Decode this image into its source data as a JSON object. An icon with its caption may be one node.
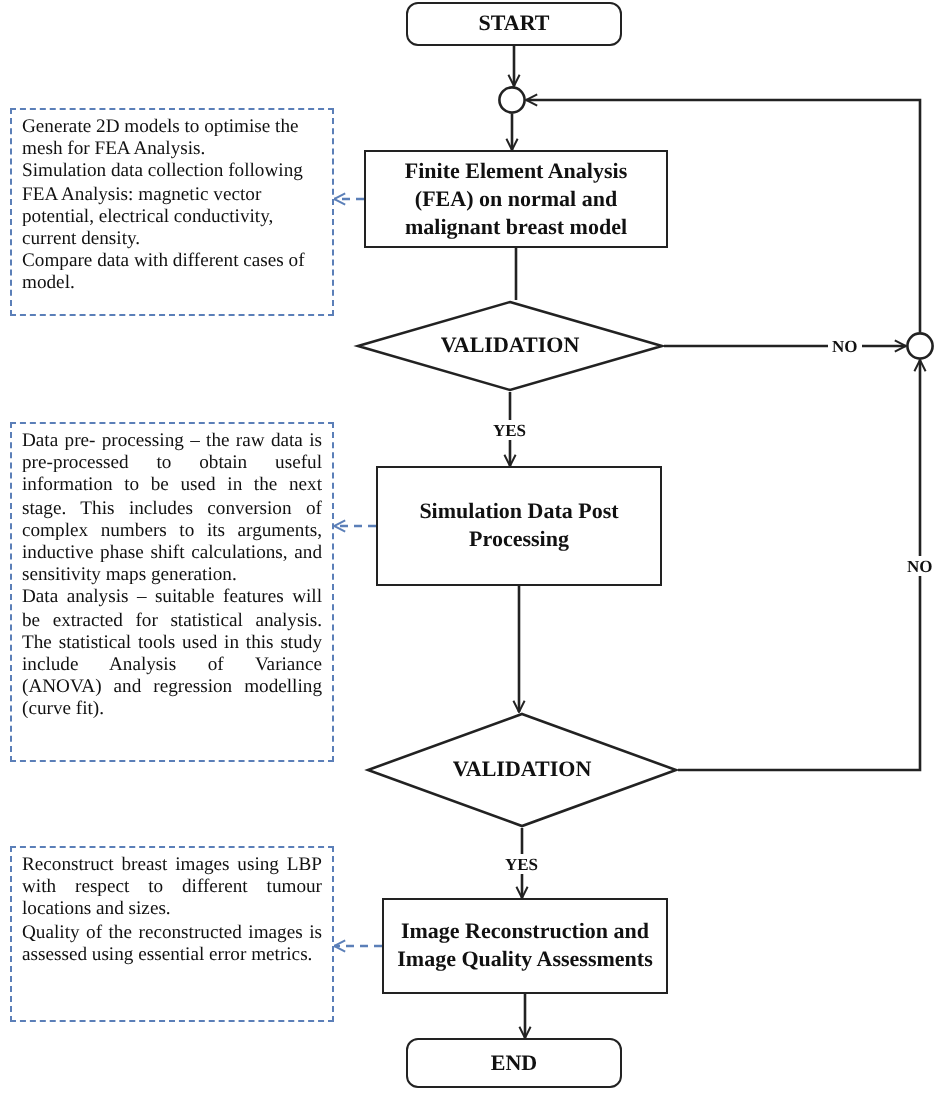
{
  "diagram": {
    "nodes": [
      {
        "text": [
          "START"
        ]
      },
      {
        "text": [],
        "shape": "circle"
      },
      {
        "text": [
          "Finite Element Analysis (FEA) on normal and malignant breast model"
        ]
      },
      {
        "text": [
          "Generate 2D models to optimise the mesh for FEA Analysis.",
          "Simulation data collection following FEA Analysis: magnetic vector potential, electrical conductivity, current density.",
          "Compare data with different cases of model."
        ]
      },
      {
        "text": [
          "VALIDATION"
        ]
      },
      {
        "text": [],
        "shape": "circle"
      },
      {
        "text": [
          "Simulation Data Post Processing"
        ]
      },
      {
        "text": [
          "Data pre- processing – the raw data is pre-processed to obtain useful information to be used in the next stage. This includes conversion of complex numbers to its arguments, inductive phase shift calculations, and sensitivity maps generation.",
          "Data analysis – suitable features will be extracted for statistical analysis. The statistical tools used in this study include Analysis of Variance (ANOVA) and regression modelling (curve fit)."
        ]
      },
      {
        "text": [
          "VALIDATION"
        ]
      },
      {
        "text": [
          "Image Reconstruction and Image Quality Assessments"
        ]
      },
      {
        "text": [
          "Reconstruct breast images using LBP with respect to different tumour locations and sizes.",
          "Quality of the reconstructed images is assessed using essential error metrics."
        ]
      },
      {
        "text": [
          "END"
        ]
      }
    ],
    "edges": [
      {
        "from": 0,
        "to": 1,
        "arrow": "to"
      },
      {
        "from": 1,
        "to": 2,
        "arrow": "to"
      },
      {
        "from": 2,
        "to": 3,
        "arrow": "to",
        "style": "dashed",
        "color": "#5b7fb8"
      },
      {
        "from": 2,
        "to": 4,
        "arrow": "none"
      },
      {
        "from": 4,
        "to": 5,
        "arrow": "to",
        "label": "NO"
      },
      {
        "from": 5,
        "to": 1,
        "arrow": "to"
      },
      {
        "from": 4,
        "to": 6,
        "arrow": "to",
        "label": "YES"
      },
      {
        "from": 6,
        "to": 7,
        "arrow": "to",
        "style": "dashed",
        "color": "#5b7fb8"
      },
      {
        "from": 6,
        "to": 8,
        "arrow": "to"
      },
      {
        "from": 8,
        "to": 5,
        "arrow": "to",
        "label": "NO"
      },
      {
        "from": 8,
        "to": 9,
        "arrow": "to",
        "label": "YES"
      },
      {
        "from": 9,
        "to": 10,
        "arrow": "to",
        "style": "dashed",
        "color": "#5b7fb8"
      },
      {
        "from": 9,
        "to": 11,
        "arrow": "to"
      }
    ]
  }
}
